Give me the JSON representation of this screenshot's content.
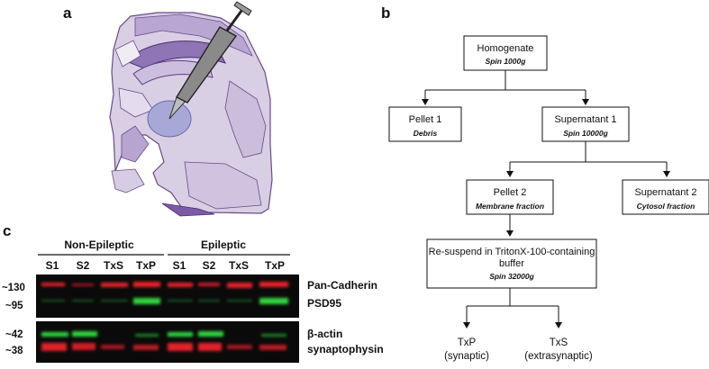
{
  "panels": {
    "a": "a",
    "b": "b",
    "c": "c"
  },
  "flow": {
    "homogenate": {
      "title": "Homogenate",
      "sub": "Spin 1000g"
    },
    "pellet1": {
      "title": "Pellet 1",
      "sub": "Debris"
    },
    "supernatant1": {
      "title": "Supernatant 1",
      "sub": "Spin 10000g"
    },
    "pellet2": {
      "title": "Pellet 2",
      "sub": "Membrane fraction"
    },
    "supernatant2": {
      "title": "Supernatant 2",
      "sub": "Cytosol fraction"
    },
    "resuspend": {
      "line1": "Re-suspend in TritonX-100-containing",
      "line2": "buffer",
      "sub": "Spin 32000g"
    },
    "txp": {
      "line1": "TxP",
      "line2": "(synaptic)"
    },
    "txs": {
      "line1": "TxS",
      "line2": "(extrasynaptic)"
    }
  },
  "blot": {
    "groups": [
      "Non-Epileptic",
      "Epileptic"
    ],
    "lanes": [
      "S1",
      "S2",
      "TxS",
      "TxP",
      "S1",
      "S2",
      "TxS",
      "TxP"
    ],
    "markers": [
      "~130",
      "~95",
      "~42",
      "~38"
    ],
    "proteins": [
      "Pan-Cadherin",
      "PSD95",
      "β-actin",
      "synaptophysin"
    ],
    "colors": {
      "red": "#e0202a",
      "green": "#2fd43a",
      "background": "#0a0a0a"
    }
  }
}
